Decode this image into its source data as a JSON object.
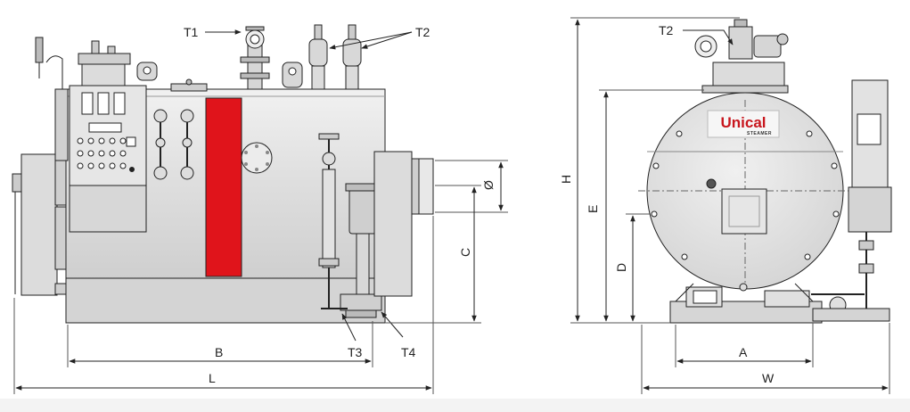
{
  "labels": {
    "t1": "T1",
    "t2_front": "T2",
    "t2_side": "T2",
    "t3": "T3",
    "t4": "T4",
    "dim_a": "A",
    "dim_b": "B",
    "dim_c": "C",
    "dim_d": "D",
    "dim_e": "E",
    "dim_h": "H",
    "dim_l": "L",
    "dim_w": "W",
    "dim_diameter": "Ø"
  },
  "brand": {
    "name": "Unical",
    "tagline": "STEAMER",
    "color": "#c8161d"
  },
  "colors": {
    "band": "#e0141b",
    "line": "#222222",
    "body": "#e4e4e4",
    "panel": "#d7d7d7"
  }
}
